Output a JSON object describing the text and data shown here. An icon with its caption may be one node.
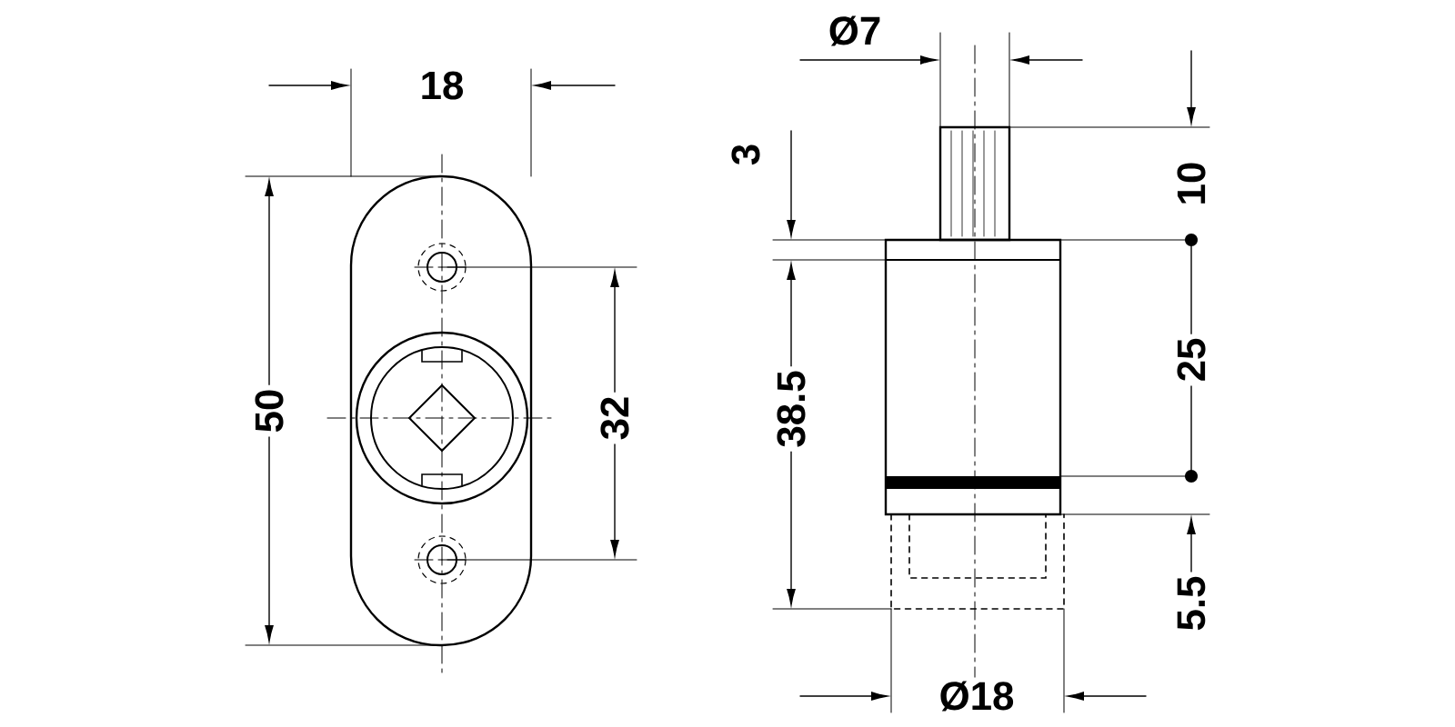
{
  "diagram": {
    "labels": [
      "18",
      "Ø7",
      "3",
      "10",
      "50",
      "32",
      "25",
      "38.5",
      "5.5",
      "Ø18"
    ]
  }
}
